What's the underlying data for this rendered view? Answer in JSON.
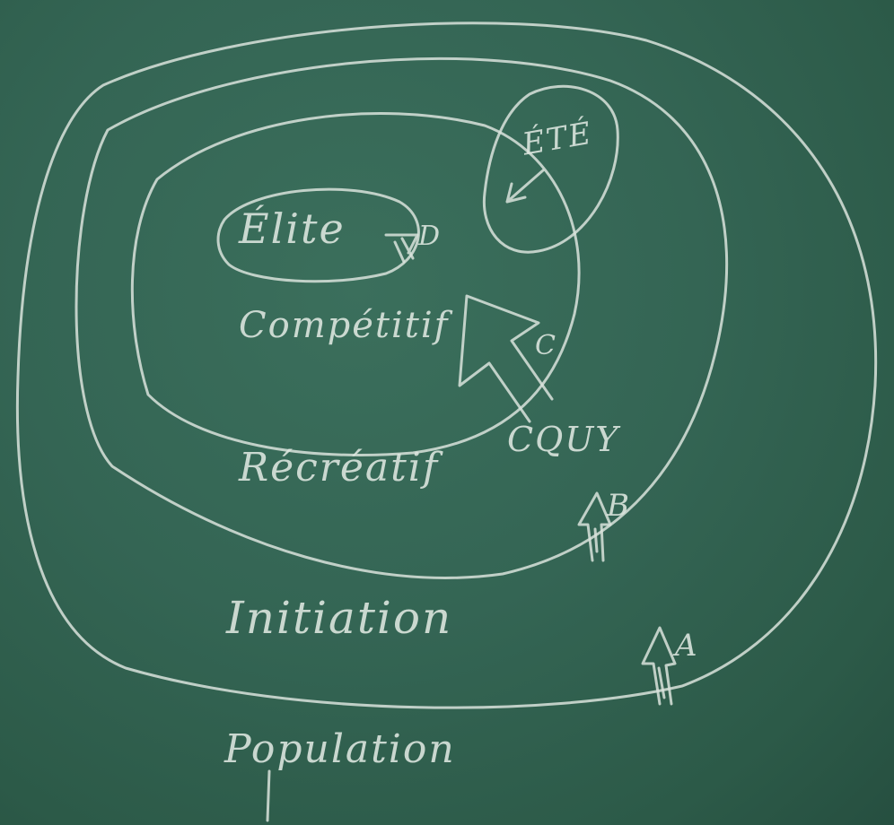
{
  "labels": {
    "elite": "Élite",
    "d": "D",
    "competitif": "Compétitif",
    "c": "C",
    "cquy": "CQUY",
    "ete": "ÉTÉ",
    "recreatif": "Récréatif",
    "b": "B",
    "initiation": "Initiation",
    "a": "A",
    "population": "Population"
  },
  "colors": {
    "board": "#2f5f4d",
    "chalk": "#d9e3dc"
  }
}
